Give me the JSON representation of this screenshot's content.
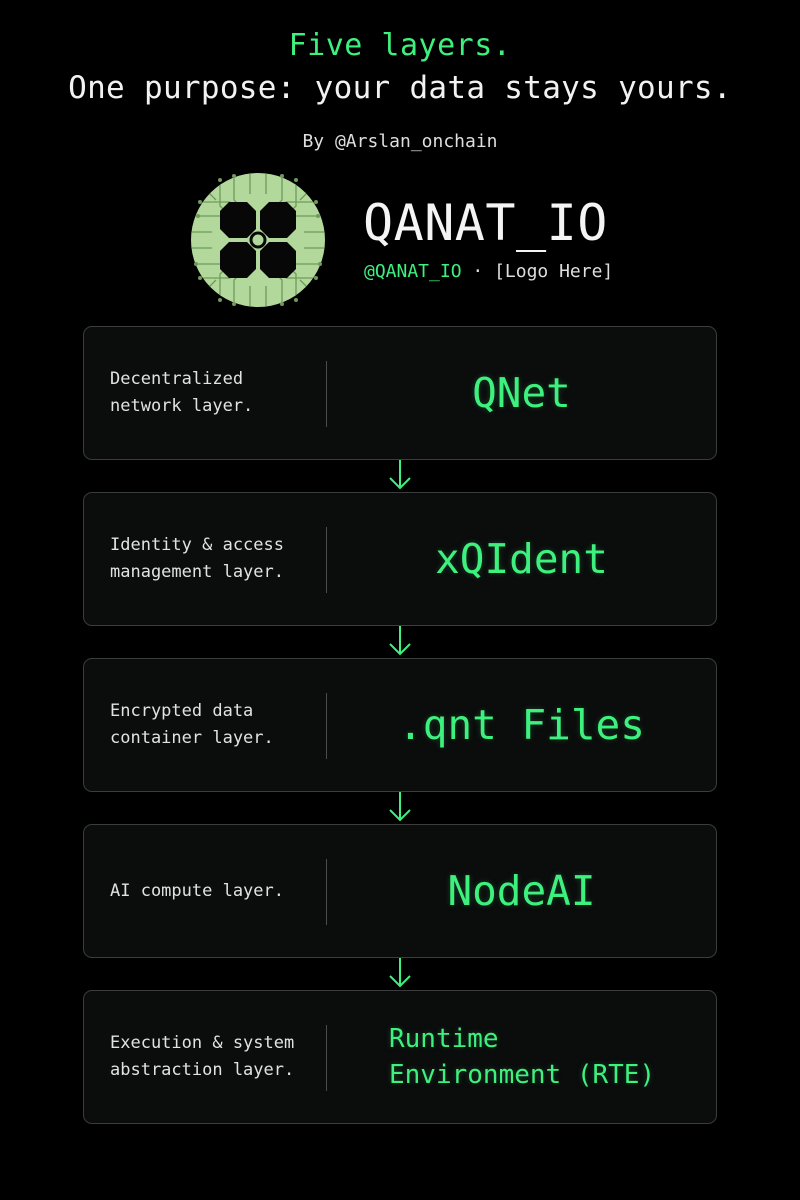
{
  "header": {
    "tagline_1": "Five layers.",
    "tagline_2": "One purpose: your data stays yours.",
    "byline": "By @Arslan_onchain"
  },
  "brand": {
    "name": "QANAT_IO",
    "handle": "@QANAT_IO",
    "separator": " · ",
    "logo_placeholder": "[Logo Here]",
    "logo_icon": "circuit-board-logo-icon"
  },
  "layers": [
    {
      "description": "Decentralized network layer.",
      "name": "QNet"
    },
    {
      "description": "Identity & access management layer.",
      "name": "xQIdent"
    },
    {
      "description": "Encrypted data container layer.",
      "name": ".qnt Files"
    },
    {
      "description": "AI compute layer.",
      "name": "NodeAI"
    },
    {
      "description": "Execution & system abstraction layer.",
      "name": "Runtime\nEnvironment (RTE)"
    }
  ],
  "colors": {
    "accent": "#3ef07e",
    "background": "#000000",
    "card_border": "#3a3d3b",
    "logo_green": "#b2d89c"
  }
}
